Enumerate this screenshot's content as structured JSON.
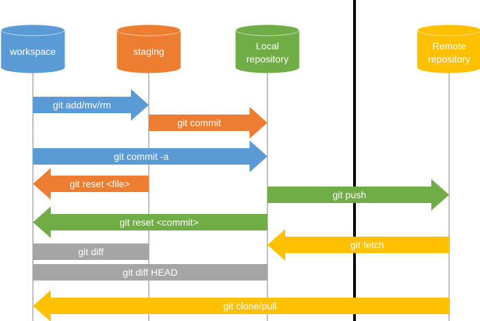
{
  "colors": {
    "blue": "#5b9bd5",
    "orange": "#ed7d31",
    "green": "#70ad47",
    "yellow": "#ffc000",
    "gray": "#a5a5a5",
    "lifeline": "#bfbfbf",
    "divider": "#000000"
  },
  "nodes": {
    "workspace": {
      "lines": [
        "workspace"
      ],
      "color": "blue"
    },
    "staging": {
      "lines": [
        "staging"
      ],
      "color": "orange"
    },
    "local": {
      "lines": [
        "Local",
        "repository"
      ],
      "color": "green"
    },
    "remote": {
      "lines": [
        "Remote",
        "repository"
      ],
      "color": "yellow"
    }
  },
  "commands": [
    {
      "label": "git add/mv/rm",
      "from": "workspace",
      "to": "staging",
      "color": "blue",
      "shape": "arrow"
    },
    {
      "label": "git commit",
      "from": "staging",
      "to": "local",
      "color": "orange",
      "shape": "arrow"
    },
    {
      "label": "git commit -a",
      "from": "workspace",
      "to": "local",
      "color": "blue",
      "shape": "arrow"
    },
    {
      "label": "git reset <file>",
      "from": "staging",
      "to": "workspace",
      "color": "orange",
      "shape": "arrow"
    },
    {
      "label": "git push",
      "from": "local",
      "to": "remote",
      "color": "green",
      "shape": "arrow"
    },
    {
      "label": "git reset <commit>",
      "from": "local",
      "to": "workspace",
      "color": "green",
      "shape": "arrow"
    },
    {
      "label": "git fetch",
      "from": "remote",
      "to": "local",
      "color": "yellow",
      "shape": "arrow"
    },
    {
      "label": "git diff",
      "from": "workspace",
      "to": "staging",
      "color": "gray",
      "shape": "bar"
    },
    {
      "label": "git diff HEAD",
      "from": "workspace",
      "to": "local",
      "color": "gray",
      "shape": "bar"
    },
    {
      "label": "git clone/pull",
      "from": "remote",
      "to": "workspace",
      "color": "yellow",
      "shape": "arrow"
    }
  ]
}
